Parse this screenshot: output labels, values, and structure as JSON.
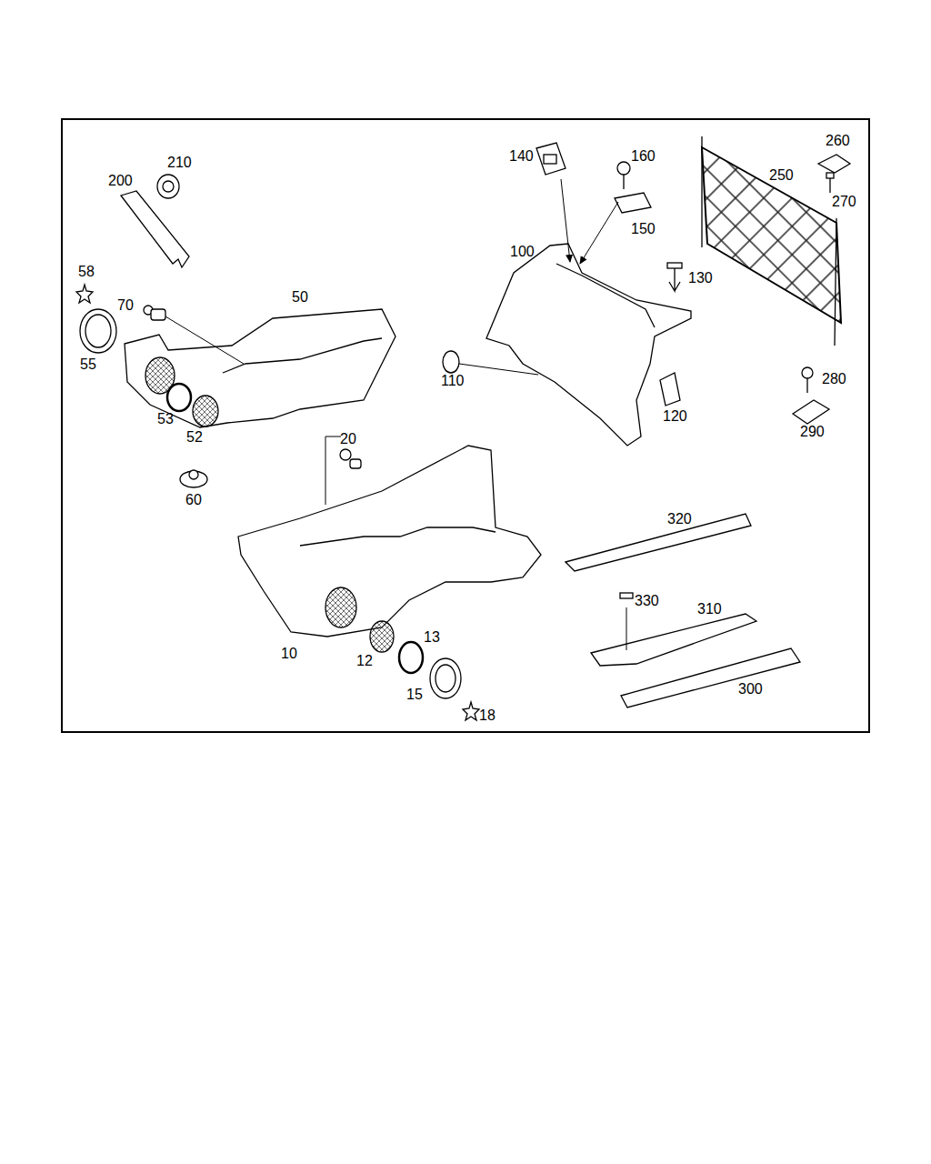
{
  "diagram": {
    "labels": [
      "140",
      "160",
      "260",
      "210",
      "250",
      "200",
      "270",
      "150",
      "58",
      "50",
      "100",
      "130",
      "70",
      "55",
      "110",
      "280",
      "53",
      "52",
      "120",
      "290",
      "20",
      "60",
      "320",
      "330",
      "310",
      "10",
      "12",
      "13",
      "15",
      "300",
      "18"
    ]
  }
}
